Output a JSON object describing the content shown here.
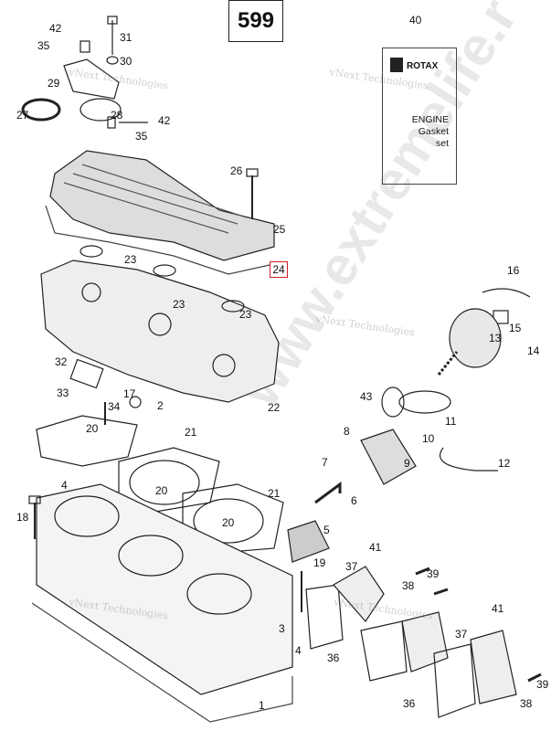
{
  "page_number": "599",
  "highlighted_callout": "24",
  "booklet": {
    "brand": "ROTAX",
    "line1": "ENGINE",
    "line2": "Gasket",
    "line3": "set"
  },
  "watermarks": {
    "small": "vNext Technologies",
    "large": "www.extremelife.r"
  },
  "callouts": [
    "40",
    "42",
    "35",
    "31",
    "30",
    "29",
    "27",
    "28",
    "42",
    "35",
    "26",
    "25",
    "23",
    "23",
    "23",
    "16",
    "15",
    "14",
    "13",
    "32",
    "33",
    "17",
    "2",
    "34",
    "22",
    "43",
    "11",
    "10",
    "8",
    "9",
    "7",
    "12",
    "20",
    "21",
    "20",
    "4",
    "21",
    "18",
    "20",
    "6",
    "5",
    "19",
    "37",
    "41",
    "39",
    "38",
    "3",
    "4",
    "36",
    "37",
    "41",
    "36",
    "38",
    "39",
    "1"
  ]
}
